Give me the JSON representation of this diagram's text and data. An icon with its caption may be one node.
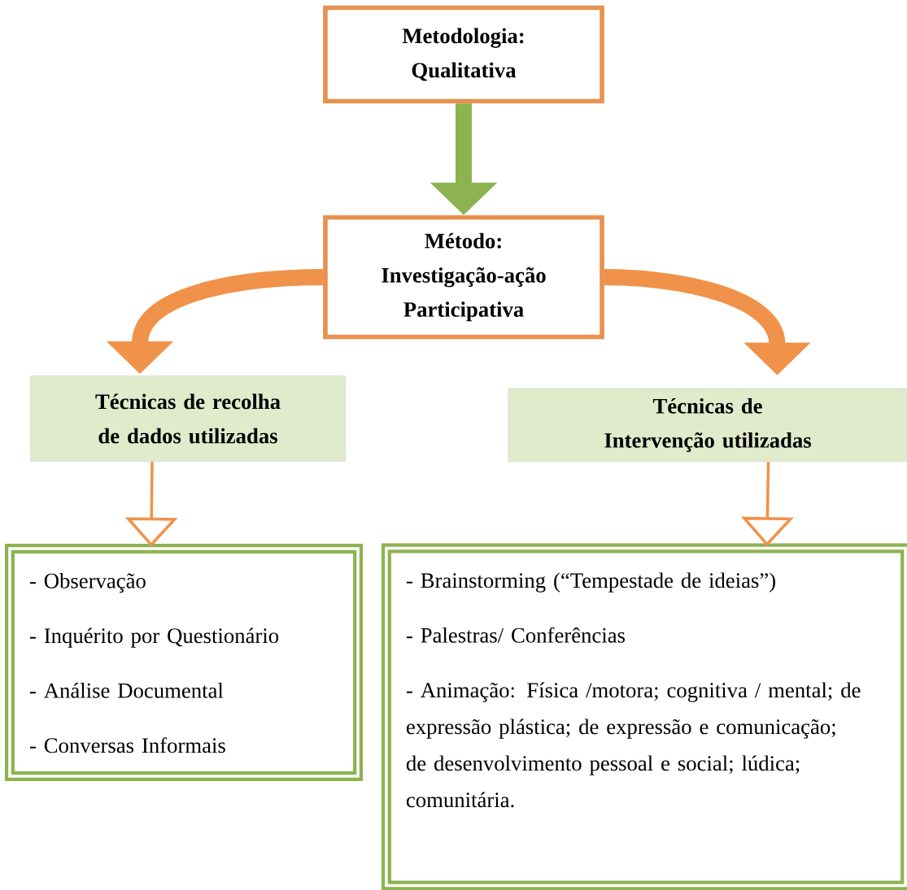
{
  "diagram": {
    "nodes": [
      {
        "text": [
          "Metodologia: Qualitativa"
        ]
      },
      {
        "text": [
          "Método: Investigação-ação Participativa"
        ]
      },
      {
        "text": [
          "Técnicas de recolha de dados utilizadas"
        ]
      },
      {
        "text": [
          "Técnicas de Intervenção utilizadas"
        ]
      },
      {
        "text": [
          "- Observação",
          "- Inquérito por Questionário",
          "- Análise Documental",
          "- Conversas Informais"
        ]
      },
      {
        "text": [
          "- Brainstorming (“Tempestade de ideias”)",
          "- Palestras/ Conferências",
          "- Animação: Física /motora; cognitiva / mental; de expressão plástica; de expressão e comunicação; de desenvolvimento pessoal e social; lúdica; comunitária."
        ]
      }
    ],
    "edges": [
      {
        "from": 0,
        "to": 1,
        "arrow": "to",
        "color": "#8db350"
      },
      {
        "from": 1,
        "to": 2,
        "arrow": "to"
      },
      {
        "from": 1,
        "to": 3,
        "arrow": "to"
      },
      {
        "from": 2,
        "to": 4,
        "arrow": "to"
      },
      {
        "from": 3,
        "to": 5,
        "arrow": "to"
      }
    ]
  }
}
